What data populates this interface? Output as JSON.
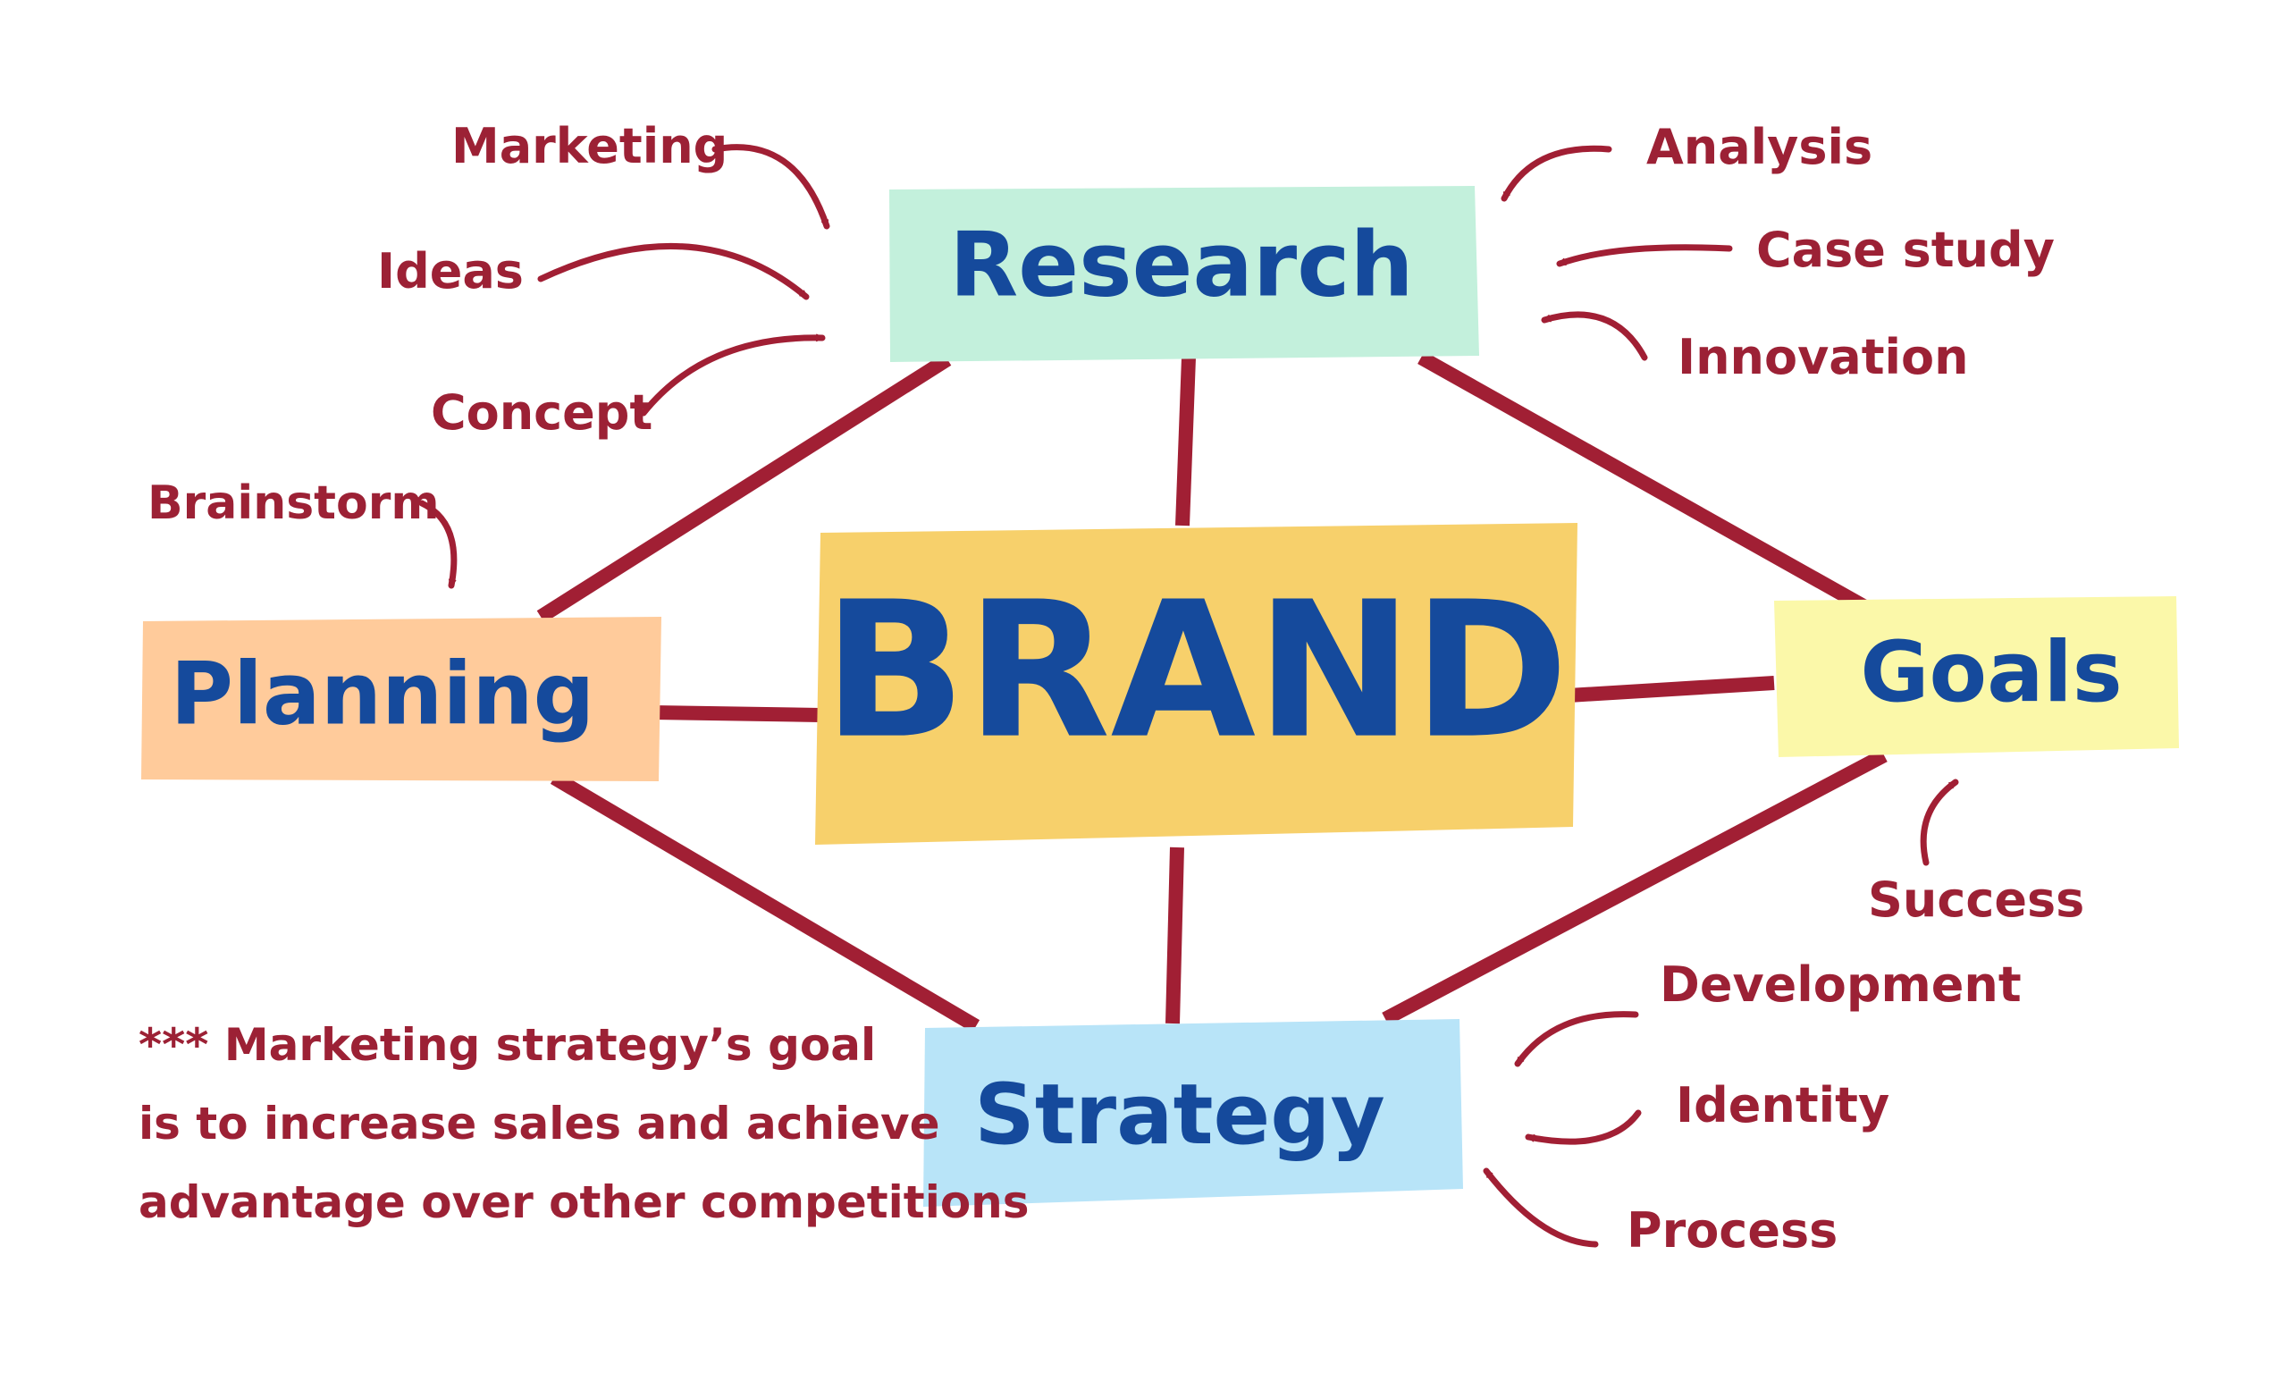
{
  "center": {
    "label": "BRAND",
    "fill": "#f7d06b"
  },
  "nodes": {
    "research": {
      "label": "Research",
      "fill": "#c3f0dc"
    },
    "planning": {
      "label": "Planning",
      "fill": "#ffcb9b"
    },
    "goals": {
      "label": "Goals",
      "fill": "#fbf8a9"
    },
    "strategy": {
      "label": "Strategy",
      "fill": "#b8e4f8"
    }
  },
  "labels": {
    "marketing": "Marketing",
    "ideas": "Ideas",
    "concept": "Concept",
    "brainstorm": "Brainstorm",
    "analysis": "Analysis",
    "case_study": "Case study",
    "innovation": "Innovation",
    "success": "Success",
    "development": "Development",
    "identity": "Identity",
    "process": "Process"
  },
  "note": {
    "line1": "*** Marketing strategy’s goal",
    "line2": "is to increase sales and achieve",
    "line3": "advantage over other competitions"
  },
  "colors": {
    "connector": "#a11f34",
    "node_text": "#154a9c",
    "label_text": "#9c2135",
    "background": "#ffffff"
  }
}
